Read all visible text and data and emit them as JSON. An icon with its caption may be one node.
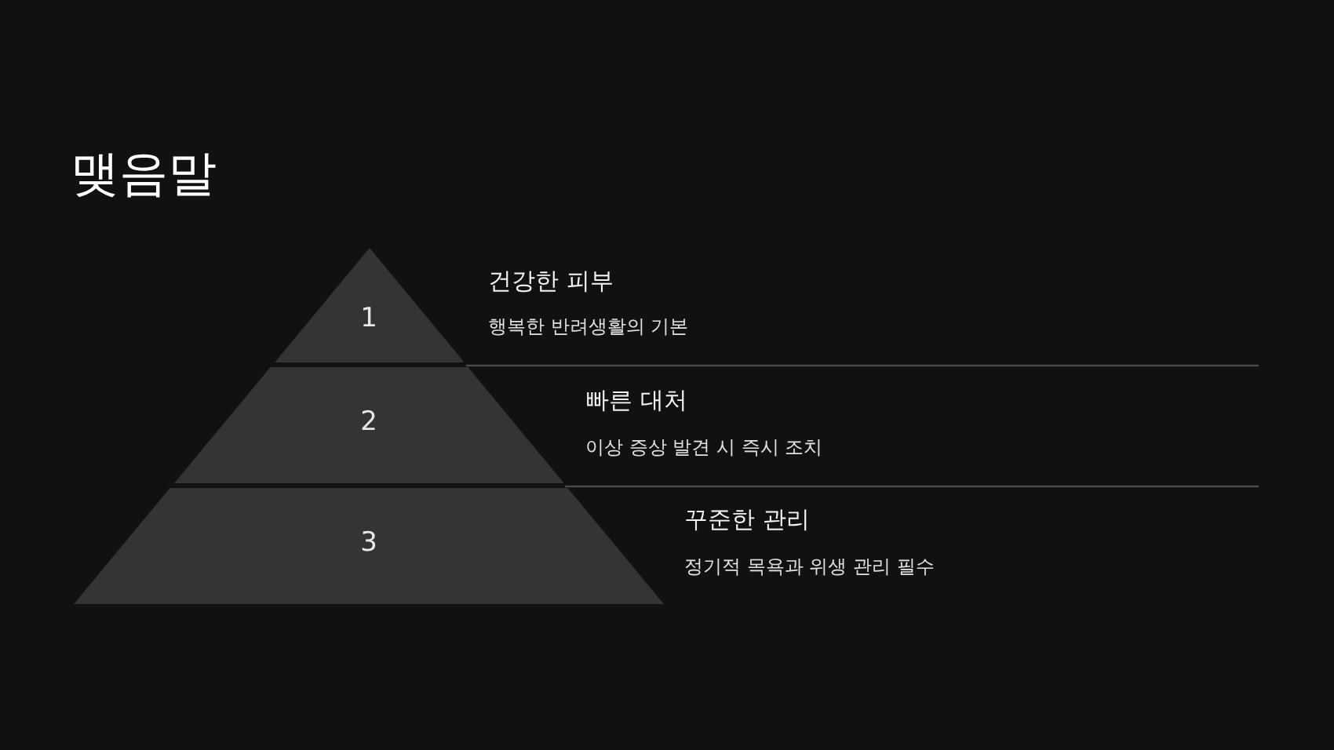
{
  "diagram": {
    "title": "맺음말",
    "nodes": [
      {
        "text": [
          "1"
        ],
        "beside": [
          "건강한 피부",
          "행복한 반려생활의 기본"
        ]
      },
      {
        "text": [
          "2"
        ],
        "beside": [
          "빠른 대처",
          "이상 증상 발견 시 즉시 조치"
        ]
      },
      {
        "text": [
          "3"
        ],
        "beside": [
          "꾸준한 관리",
          "정기적 목욕과 위생 관리 필수"
        ]
      }
    ]
  }
}
